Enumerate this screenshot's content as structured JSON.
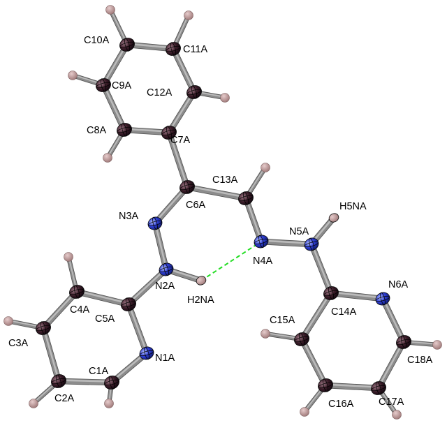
{
  "atoms": [
    {
      "id": "C1A",
      "label": "C1A",
      "element": "C"
    },
    {
      "id": "C2A",
      "label": "C2A",
      "element": "C"
    },
    {
      "id": "C3A",
      "label": "C3A",
      "element": "C"
    },
    {
      "id": "C4A",
      "label": "C4A",
      "element": "C"
    },
    {
      "id": "C5A",
      "label": "C5A",
      "element": "C"
    },
    {
      "id": "N1A",
      "label": "N1A",
      "element": "N"
    },
    {
      "id": "N2A",
      "label": "N2A",
      "element": "N"
    },
    {
      "id": "H2NA",
      "label": "H2NA",
      "element": "H"
    },
    {
      "id": "N3A",
      "label": "N3A",
      "element": "N"
    },
    {
      "id": "C6A",
      "label": "C6A",
      "element": "C"
    },
    {
      "id": "C7A",
      "label": "C7A",
      "element": "C"
    },
    {
      "id": "C8A",
      "label": "C8A",
      "element": "C"
    },
    {
      "id": "C9A",
      "label": "C9A",
      "element": "C"
    },
    {
      "id": "C10A",
      "label": "C10A",
      "element": "C"
    },
    {
      "id": "C11A",
      "label": "C11A",
      "element": "C"
    },
    {
      "id": "C12A",
      "label": "C12A",
      "element": "C"
    },
    {
      "id": "C13A",
      "label": "C13A",
      "element": "C"
    },
    {
      "id": "N4A",
      "label": "N4A",
      "element": "N"
    },
    {
      "id": "N5A",
      "label": "N5A",
      "element": "N"
    },
    {
      "id": "H5NA",
      "label": "H5NA",
      "element": "H"
    },
    {
      "id": "C14A",
      "label": "C14A",
      "element": "C"
    },
    {
      "id": "N6A",
      "label": "N6A",
      "element": "N"
    },
    {
      "id": "C15A",
      "label": "C15A",
      "element": "C"
    },
    {
      "id": "C16A",
      "label": "C16A",
      "element": "C"
    },
    {
      "id": "C17A",
      "label": "C17A",
      "element": "C"
    },
    {
      "id": "C18A",
      "label": "C18A",
      "element": "C"
    }
  ],
  "bonds": [
    [
      "C1A",
      "C2A"
    ],
    [
      "C2A",
      "C3A"
    ],
    [
      "C3A",
      "C4A"
    ],
    [
      "C4A",
      "C5A"
    ],
    [
      "C5A",
      "N1A"
    ],
    [
      "N1A",
      "C1A"
    ],
    [
      "C5A",
      "N2A"
    ],
    [
      "N2A",
      "N3A"
    ],
    [
      "N2A",
      "H2NA"
    ],
    [
      "N3A",
      "C6A"
    ],
    [
      "C6A",
      "C7A"
    ],
    [
      "C6A",
      "C13A"
    ],
    [
      "C7A",
      "C8A"
    ],
    [
      "C8A",
      "C9A"
    ],
    [
      "C9A",
      "C10A"
    ],
    [
      "C10A",
      "C11A"
    ],
    [
      "C11A",
      "C12A"
    ],
    [
      "C12A",
      "C7A"
    ],
    [
      "C13A",
      "N4A"
    ],
    [
      "N4A",
      "N5A"
    ],
    [
      "N5A",
      "H5NA"
    ],
    [
      "N5A",
      "C14A"
    ],
    [
      "C14A",
      "N6A"
    ],
    [
      "C14A",
      "C15A"
    ],
    [
      "C15A",
      "C16A"
    ],
    [
      "C16A",
      "C17A"
    ],
    [
      "C17A",
      "C18A"
    ],
    [
      "C18A",
      "N6A"
    ]
  ],
  "hbond": [
    "H2NA",
    "N4A"
  ],
  "colors": {
    "carbon": "#3a1c28",
    "nitrogen": "#2f3fd6",
    "hydrogen": "#b48a8a",
    "bond": "#8c8c8c",
    "hbond": "#22dd22"
  }
}
